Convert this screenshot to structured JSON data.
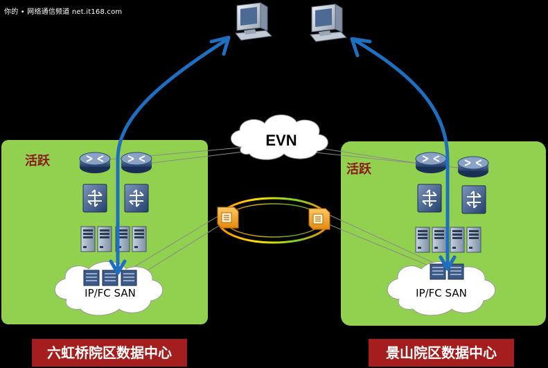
{
  "watermark": "你的 • 网络通信频道 net.it168.com",
  "evn_cloud": {
    "label": "EVN"
  },
  "left_dc": {
    "active_label": "活跃",
    "san_label": "IP/FC SAN",
    "name": "六虹桥院区数据中心"
  },
  "right_dc": {
    "active_label": "活跃",
    "san_label": "IP/FC SAN",
    "name": "景山院区数据中心"
  },
  "colors": {
    "zone_fill": "#92d050",
    "label_bg": "#a51e1e",
    "active_text": "#8b1a1a",
    "flow_arrow": "#1e6fc0"
  },
  "icons": [
    "client-pc-icon",
    "router-icon",
    "switch-icon",
    "server-icon",
    "storage-icon",
    "dwdm-icon",
    "cloud-icon"
  ]
}
